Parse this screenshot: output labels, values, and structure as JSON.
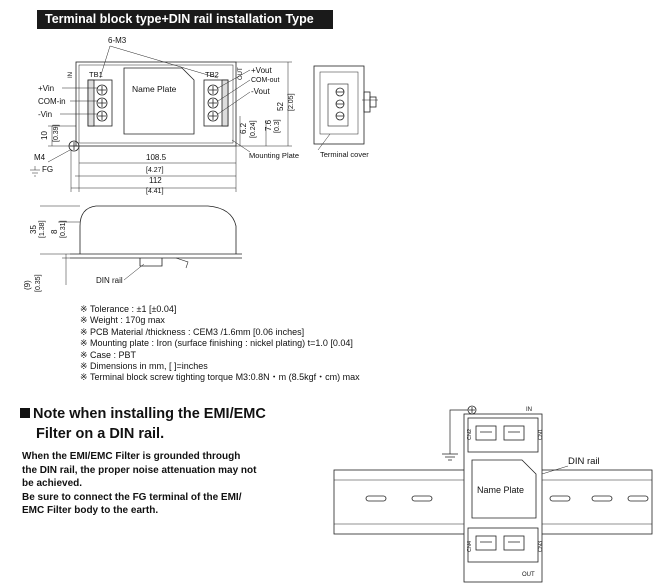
{
  "header": {
    "title": "Terminal block type+DIN rail installation Type"
  },
  "top_view": {
    "labels": {
      "screw": "6-M3",
      "tb1": "TB1",
      "tb2": "TB2",
      "vin_plus": "+Vin",
      "com_in": "COM-in",
      "vin_minus": "-Vin",
      "vout_plus": "+Vout",
      "com_out": "COM-out",
      "vout_minus": "-Vout",
      "name_plate": "Name Plate",
      "m4": "M4",
      "fg": "FG",
      "mounting_plate": "Mounting Plate",
      "terminal_cover": "Terminal cover",
      "side_in": "IN",
      "side_out": "OUT"
    },
    "dims": {
      "d108": "108.5",
      "d108_in": "[4.27]",
      "d112": "112",
      "d112_in": "[4.41]",
      "d52": "52",
      "d52_in": "[2.05]",
      "d62": "6.2",
      "d62_in": "[0.24]",
      "d76": "7.6",
      "d76_in": "[0.3]",
      "d10": "10",
      "d10_in": "[0.39]"
    }
  },
  "side_view": {
    "labels": {
      "din_rail": "DIN rail"
    },
    "dims": {
      "d35": "35",
      "d35_in": "[1.38]",
      "d8": "8",
      "d8_in": "[0.31]",
      "d9": "(9)",
      "d9_in": "[0.35]"
    }
  },
  "notes": [
    {
      "mark": "※",
      "text": "Tolerance : ±1 [±0.04]"
    },
    {
      "mark": "※",
      "text": "Weight : 170g max"
    },
    {
      "mark": "※",
      "text": "PCB Material /thickness : CEM3 /1.6mm [0.06 inches]"
    },
    {
      "mark": "※",
      "text": "Mounting plate : Iron (surface finishing : nickel plating) t=1.0 [0.04]"
    },
    {
      "mark": "※",
      "text": "Case : PBT"
    },
    {
      "mark": "※",
      "text": "Dimensions in mm, [  ]=inches"
    },
    {
      "mark": "※",
      "text": "Terminal block screw tighting torque M3:0.8N・m (8.5kgf・cm) max"
    }
  ],
  "section": {
    "title_line1": "Note when installing the EMI/EMC",
    "title_line2": "Filter on a DIN rail.",
    "body": [
      "When the EMI/EMC Filter is grounded through",
      "the DIN rail, the proper noise attenuation may not",
      "be achieved.",
      "Be sure to connect the FG terminal of the EMI/",
      "EMC Filter body to the earth."
    ]
  },
  "install_view": {
    "labels": {
      "din_rail": "DIN rail",
      "name_plate": "Name Plate",
      "in": "IN",
      "out": "OUT",
      "cn1": "CN1",
      "cn2": "CN2",
      "cn3": "CN3",
      "cn4": "CN4"
    }
  }
}
